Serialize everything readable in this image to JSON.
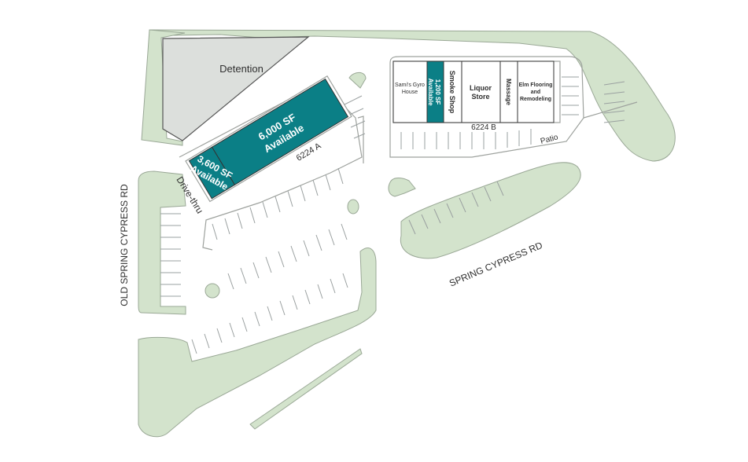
{
  "colors": {
    "landscape": "#d3e3cc",
    "landscape_stroke": "#9aa896",
    "pavement_stroke": "#9ea29e",
    "detention": "#dcdfdc",
    "available": "#0b7f86",
    "leased": "#ffffff",
    "text": "#2f2f2f"
  },
  "labels": {
    "detention": "Detention",
    "drive_thru": "Drive-thru",
    "patio": "Patio",
    "building_a": "6224 A",
    "building_b": "6224 B",
    "road_old_spring_cypress": "OLD SPRING CYPRESS RD",
    "road_spring_cypress": "SPRING CYPRESS RD"
  },
  "building_a": {
    "large_suite": {
      "size": "6,000 SF",
      "status": "Available"
    },
    "small_suite": {
      "size": "3,600 SF",
      "status": "Available"
    }
  },
  "building_b": {
    "suites": [
      {
        "name_line1": "Sami's Gyro",
        "name_line2": "House",
        "status": "leased"
      },
      {
        "name_line1": "1,200 SF",
        "name_line2": "Available",
        "status": "available"
      },
      {
        "name_line1": "Smoke Shop",
        "name_line2": "",
        "status": "leased"
      },
      {
        "name_line1": "Liquor",
        "name_line2": "Store",
        "status": "leased"
      },
      {
        "name_line1": "Massage",
        "name_line2": "",
        "status": "leased"
      },
      {
        "name_line1": "Elm Flooring",
        "name_line2": "and",
        "name_line3": "Remodeling",
        "status": "leased"
      }
    ]
  }
}
